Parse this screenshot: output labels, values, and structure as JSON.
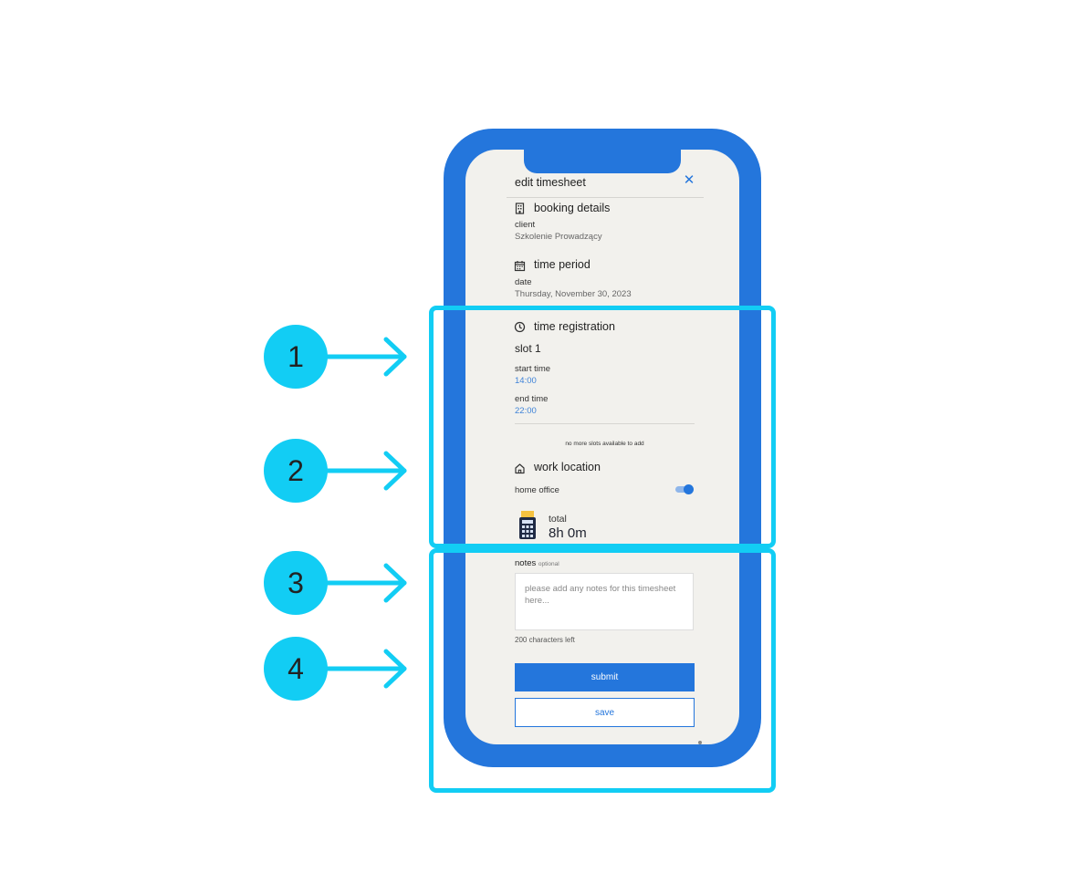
{
  "screen": {
    "title": "edit timesheet",
    "close_icon": "close-icon",
    "booking": {
      "heading": "booking details",
      "client_label": "client",
      "client_value": "Szkolenie Prowadzący"
    },
    "period": {
      "heading": "time period",
      "date_label": "date",
      "date_value": "Thursday, November 30, 2023"
    },
    "registration": {
      "heading": "time registration",
      "slot_title": "slot 1",
      "start_label": "start time",
      "start_value": "14:00",
      "end_label": "end time",
      "end_value": "22:00",
      "no_more_slots": "no more slots available to add"
    },
    "location": {
      "heading": "work location",
      "home_office_label": "home office",
      "home_office_on": true
    },
    "total": {
      "label": "total",
      "value": "8h 0m"
    },
    "notes": {
      "label": "notes",
      "optional": "optional",
      "placeholder": "please add any notes for this timesheet here...",
      "chars_left": "200 characters left"
    },
    "buttons": {
      "submit": "submit",
      "save": "save"
    }
  },
  "annotations": {
    "badges": [
      "1",
      "2",
      "3",
      "4"
    ],
    "color": "#12cdf4"
  },
  "colors": {
    "phone": "#2476dc",
    "screen": "#f2f1ed",
    "accent": "#2476dc",
    "highlight": "#12cdf4"
  }
}
